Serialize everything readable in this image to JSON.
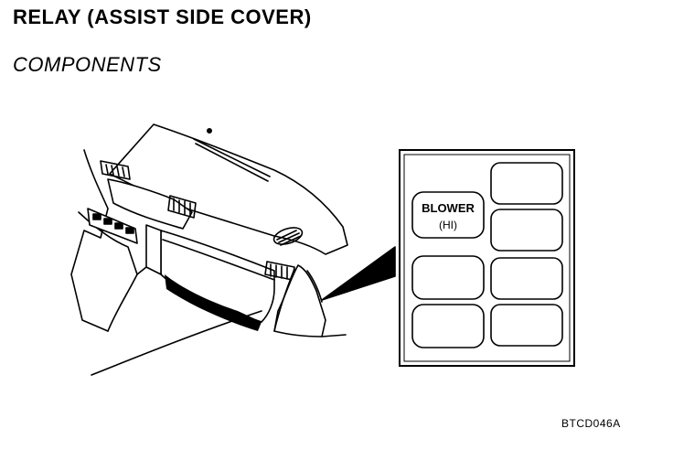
{
  "header": {
    "title": "RELAY (ASSIST SIDE COVER)",
    "subtitle": "COMPONENTS"
  },
  "relay_box": {
    "blower_label": "BLOWER",
    "blower_sub": "(HI)"
  },
  "figure": {
    "code": "BTCD046A"
  }
}
